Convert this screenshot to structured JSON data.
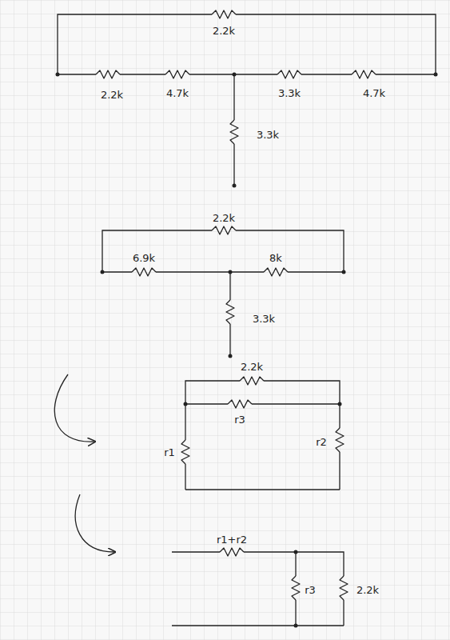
{
  "diagram": {
    "labels": [
      "2.2k",
      "2.2k",
      "4.7k",
      "3.3k",
      "4.7k",
      "3.3k",
      "2.2k",
      "6.9k",
      "8k",
      "3.3k",
      "2.2k",
      "r3",
      "r1",
      "r2",
      "r1+r2",
      "r3",
      "2.2k"
    ]
  }
}
